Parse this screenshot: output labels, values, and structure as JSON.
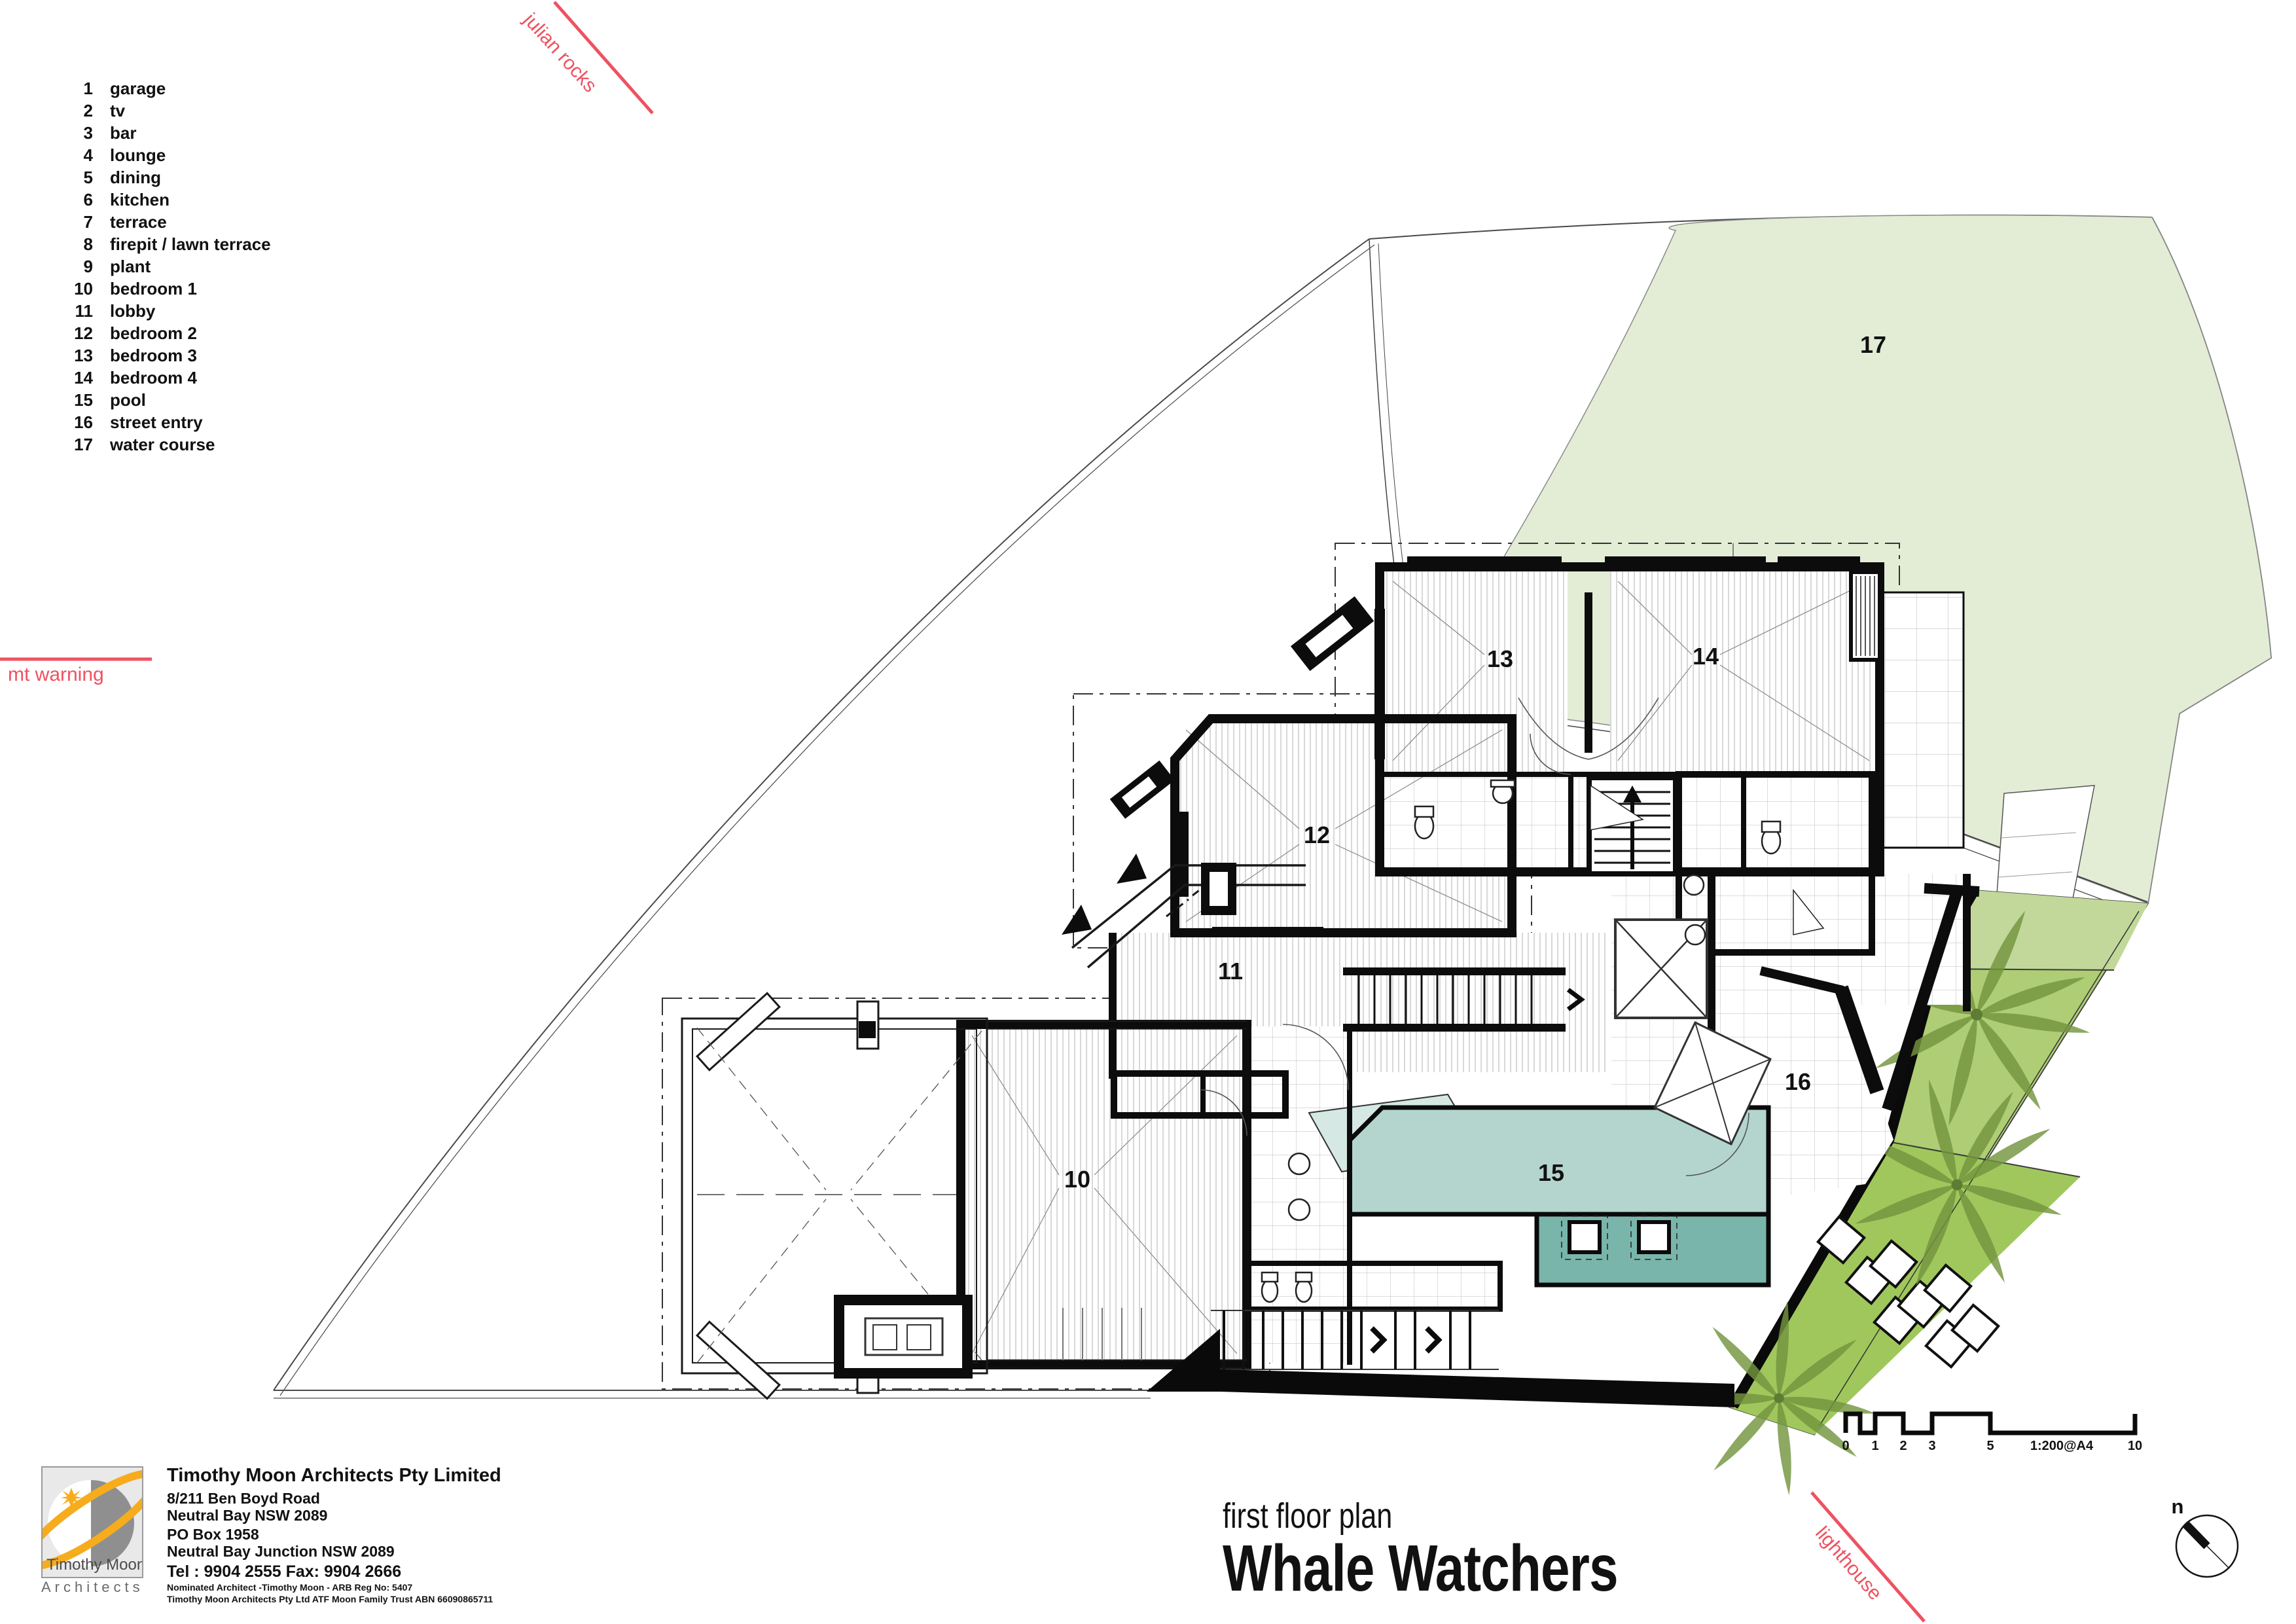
{
  "legend": {
    "items": [
      {
        "num": "1",
        "label": "garage"
      },
      {
        "num": "2",
        "label": "tv"
      },
      {
        "num": "3",
        "label": "bar"
      },
      {
        "num": "4",
        "label": "lounge"
      },
      {
        "num": "5",
        "label": "dining"
      },
      {
        "num": "6",
        "label": "kitchen"
      },
      {
        "num": "7",
        "label": "terrace"
      },
      {
        "num": "8",
        "label": "firepit / lawn terrace"
      },
      {
        "num": "9",
        "label": "plant"
      },
      {
        "num": "10",
        "label": "bedroom 1"
      },
      {
        "num": "11",
        "label": "lobby"
      },
      {
        "num": "12",
        "label": "bedroom 2"
      },
      {
        "num": "13",
        "label": "bedroom 3"
      },
      {
        "num": "14",
        "label": "bedroom 4"
      },
      {
        "num": "15",
        "label": "pool"
      },
      {
        "num": "16",
        "label": "street entry"
      },
      {
        "num": "17",
        "label": "water course"
      }
    ]
  },
  "plan_labels": {
    "r10": "10",
    "r11": "11",
    "r12": "12",
    "r13": "13",
    "r14": "14",
    "r15": "15",
    "r16": "16",
    "r17": "17"
  },
  "annotations": {
    "julian_rocks": "julian rocks",
    "mt_warning": "mt warning",
    "lighthouse": "lighthouse"
  },
  "north_label": "n",
  "scale_bar": {
    "t0": "0",
    "t1": "1",
    "t2": "2",
    "t3": "3",
    "t5": "5",
    "t10": "10",
    "ratio": "1:200@A4"
  },
  "titles": {
    "subtitle": "first floor plan",
    "title": "Whale Watchers"
  },
  "title_block": {
    "logo_name": "Timothy Moon",
    "logo_sub": "Architects",
    "firm": "Timothy Moon Architects  Pty Limited",
    "addr1": "8/211 Ben Boyd Road",
    "addr2": "Neutral Bay NSW 2089",
    "po1": "PO Box 1958",
    "po2": "Neutral Bay Junction NSW 2089",
    "tel": "Tel : 9904 2555  Fax: 9904 2666",
    "fine1": "Nominated Architect -Timothy Moon - ARB Reg No: 5407",
    "fine2": "Timothy Moon Architects Pty Ltd ATF Moon Family Trust ABN 66090865711"
  },
  "colors": {
    "red_annotation": "#ee5261",
    "water_course_green": "#e3edd6",
    "garden_strip_green": "#aecd74",
    "palm_green": "#74953f",
    "pool_teal": "#b3d5cd",
    "spa_teal": "#79b5aa",
    "pale_pool": "#d6e8e3",
    "logo_yellow": "#f6ac1c"
  }
}
